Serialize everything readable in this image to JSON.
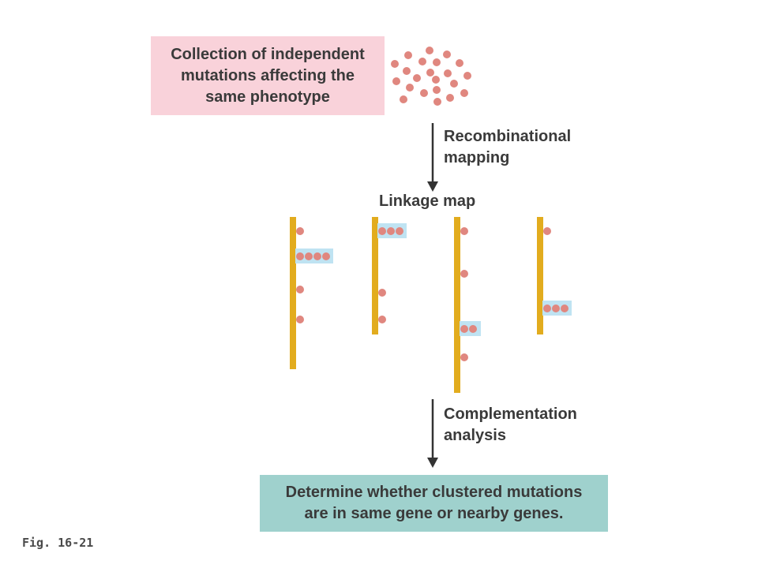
{
  "top_box": {
    "text": "Collection of independent\nmutations affecting the\nsame phenotype"
  },
  "step1": {
    "text": "Recombinational\nmapping"
  },
  "linkage_map": {
    "title": "Linkage map"
  },
  "step2": {
    "text": "Complementation\nanalysis"
  },
  "bottom_box": {
    "text": "Determine whether clustered mutations\nare in same gene or nearby genes."
  },
  "figure_label": "Fig. 16-21",
  "colors": {
    "top_box_fill": "#f9d2da",
    "bottom_box_fill": "#9fd1cd",
    "chromosome": "#e2ac1e",
    "mutation_dot": "#e0877f",
    "cluster_highlight": "#bfe3f2",
    "arrow": "#333333"
  }
}
